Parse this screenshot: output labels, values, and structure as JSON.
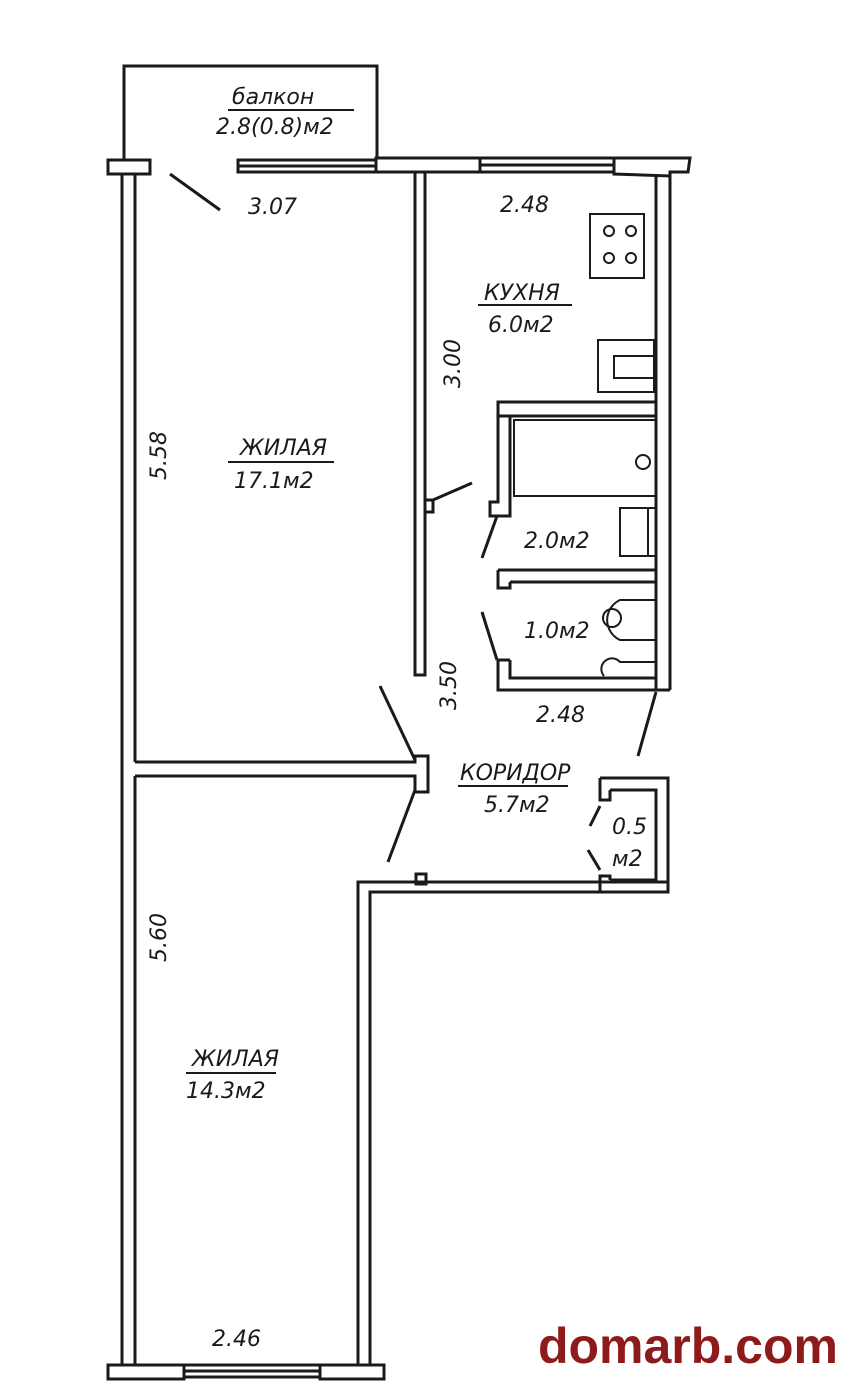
{
  "rooms": {
    "balcony": {
      "name": "балкон",
      "area": "2.8(0.8)м2"
    },
    "kitchen": {
      "name": "КУХНЯ",
      "area": "6.0м2"
    },
    "living1": {
      "name": "ЖИЛАЯ",
      "area": "17.1м2"
    },
    "living2": {
      "name": "ЖИЛАЯ",
      "area": "14.3м2"
    },
    "bathroom": {
      "area": "2.0м2"
    },
    "toilet": {
      "area": "1.0м2"
    },
    "corridor": {
      "name": "КОРИДОР",
      "area": "5.7м2"
    },
    "closet": {
      "area_line1": "0.5",
      "area_line2": "м2"
    }
  },
  "dimensions": {
    "living1_width": "3.07",
    "kitchen_width": "2.48",
    "kitchen_length": "3.00",
    "living1_length": "5.58",
    "corridor_length": "3.50",
    "bath_width": "2.48",
    "living2_length": "5.60",
    "living2_width": "2.46"
  },
  "watermark": "domarb.com",
  "colors": {
    "line": "#1a1a1a",
    "watermark": "#8e1b1b"
  }
}
